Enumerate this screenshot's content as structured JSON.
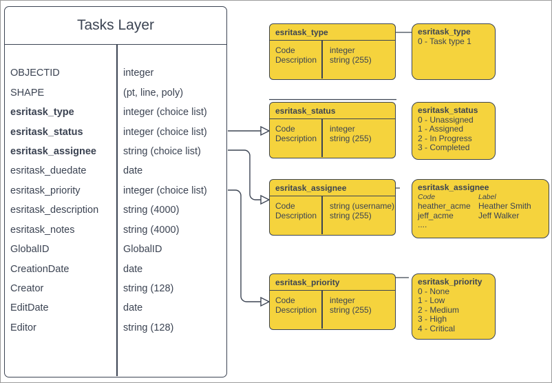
{
  "colors": {
    "yellow": "#f5d33d",
    "stroke": "#3b4352",
    "background": "#ffffff"
  },
  "table": {
    "title": "Tasks Layer",
    "fields": [
      {
        "name": "OBJECTID",
        "type": "integer"
      },
      {
        "name": "SHAPE",
        "type": "(pt, line, poly)"
      },
      {
        "name": "esritask_type",
        "type": "integer (choice list)"
      },
      {
        "name": "esritask_status",
        "type": "integer (choice list)"
      },
      {
        "name": "esritask_assignee",
        "type": "string (choice list)"
      },
      {
        "name": "esritask_duedate",
        "type": "date"
      },
      {
        "name": "esritask_priority",
        "type": "integer (choice list)"
      },
      {
        "name": "esritask_description",
        "type": "string (4000)"
      },
      {
        "name": "esritask_notes",
        "type": "string (4000)"
      },
      {
        "name": "GlobalID",
        "type": "GlobalID"
      },
      {
        "name": "CreationDate",
        "type": "date"
      },
      {
        "name": "Creator",
        "type": "string (128)"
      },
      {
        "name": "EditDate",
        "type": "date"
      },
      {
        "name": "Editor",
        "type": "string (128)"
      }
    ]
  },
  "schemas": [
    {
      "title": "esritask_type",
      "attr1": "Code",
      "attr2": "Description",
      "type1": "integer",
      "type2": "string (255)"
    },
    {
      "title": "esritask_status",
      "attr1": "Code",
      "attr2": "Description",
      "type1": "integer",
      "type2": "string (255)"
    },
    {
      "title": "esritask_assignee",
      "attr1": "Code",
      "attr2": "Description",
      "type1": "string (username)",
      "type2": "string (255)"
    },
    {
      "title": "esritask_priority",
      "attr1": "Code",
      "attr2": "Description",
      "type1": "integer",
      "type2": "string (255)"
    }
  ],
  "value_lists": {
    "type": {
      "title": "esritask_type",
      "items": [
        "0 - Task type 1"
      ]
    },
    "status": {
      "title": "esritask_status",
      "items": [
        "0 - Unassigned",
        "1 - Assigned",
        "2 - In Progress",
        "3 - Completed"
      ]
    },
    "priority": {
      "title": "esritask_priority",
      "items": [
        "0 - None",
        "1 - Low",
        "2 - Medium",
        "3 - High",
        "4 - Critical"
      ]
    },
    "assignee": {
      "title": "esritask_assignee",
      "col1_header": "Code",
      "col2_header": "Label",
      "rows": [
        {
          "code": "heather_acme",
          "label": "Heather Smith"
        },
        {
          "code": "jeff_acme",
          "label": "Jeff Walker"
        }
      ],
      "more": "...."
    }
  }
}
